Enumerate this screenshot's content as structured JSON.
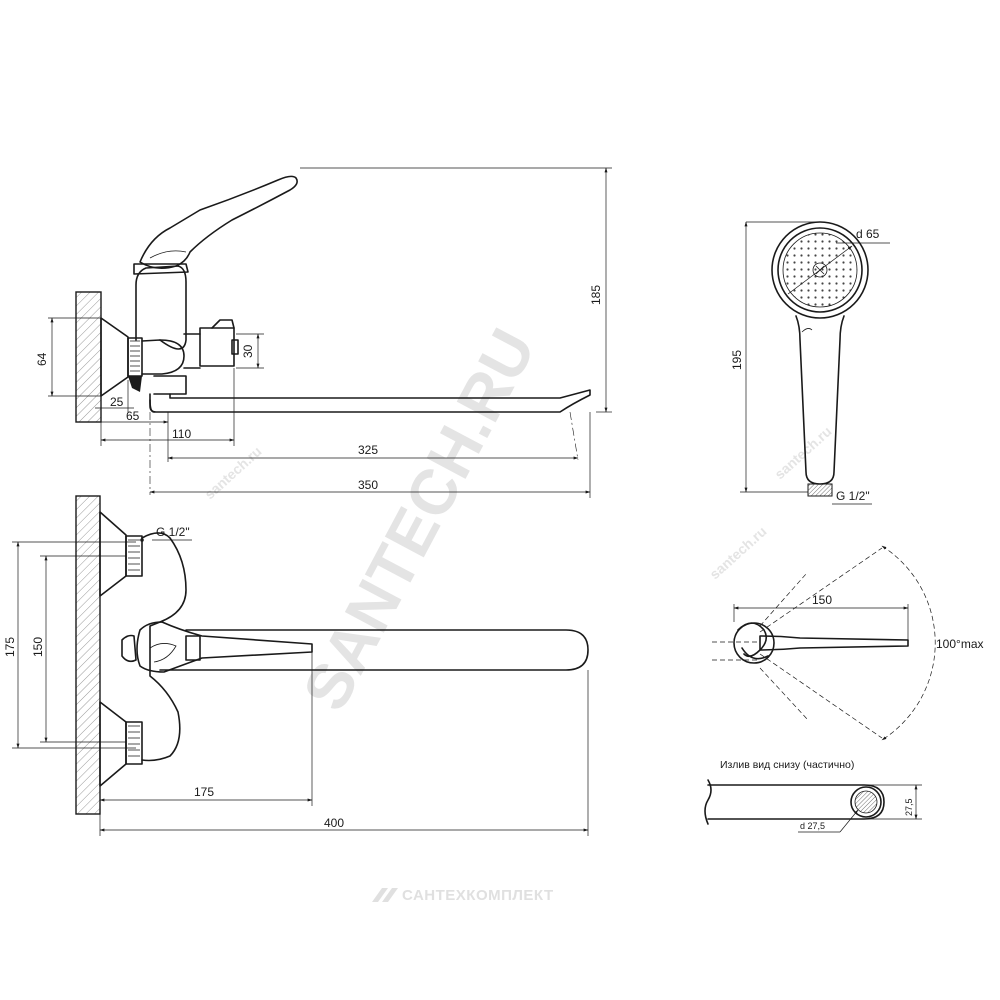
{
  "watermark": {
    "main": "SANTECH.RU",
    "small_top": "santech.ru",
    "small_right": "santech.ru",
    "small_bottom": "santech.ru",
    "brand": "САНТЕХКОМПЛЕКТ"
  },
  "side_view": {
    "dims": {
      "h64": "64",
      "h30": "30",
      "h185": "185",
      "d25": "25",
      "d65": "65",
      "d110": "110",
      "d325": "325",
      "d350": "350"
    }
  },
  "top_view": {
    "labels": {
      "thread": "G 1/2\""
    },
    "dims": {
      "v175": "175",
      "v150": "150",
      "h175": "175",
      "h400": "400"
    }
  },
  "shower_head": {
    "labels": {
      "diameter": "d 65",
      "thread": "G 1/2\""
    },
    "dims": {
      "v195": "195"
    }
  },
  "lever_rotation": {
    "dims": {
      "d150": "150"
    },
    "labels": {
      "angle": "100°max"
    }
  },
  "spout_bottom": {
    "caption": "Излив вид снизу (частично)",
    "labels": {
      "diameter": "d 27,5"
    },
    "dims": {
      "v275": "27,5"
    }
  }
}
